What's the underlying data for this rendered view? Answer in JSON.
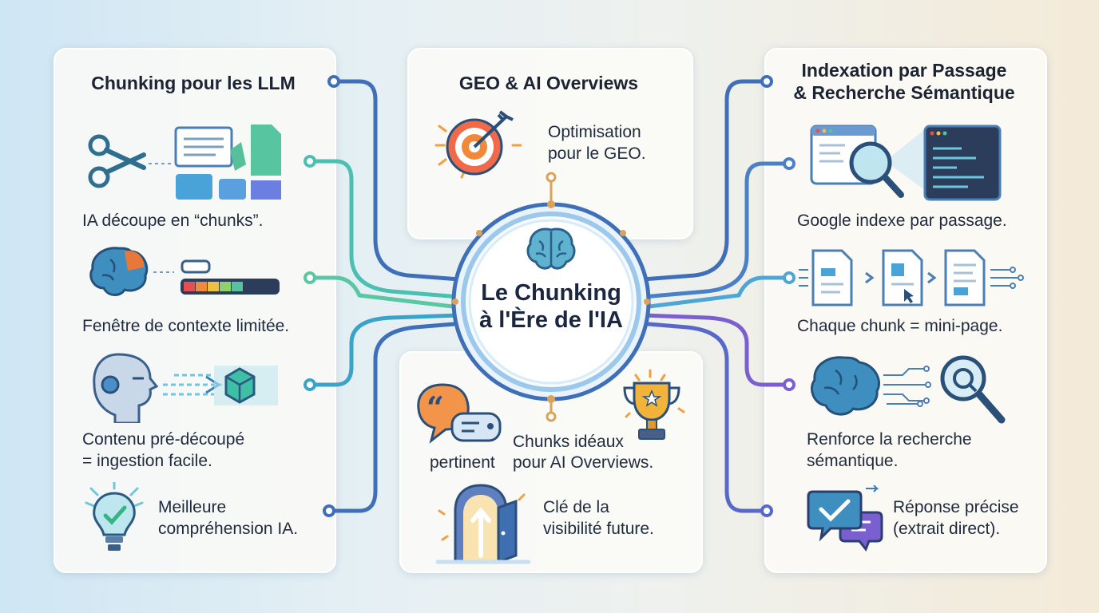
{
  "colors": {
    "accent_blue": "#3f6fb8",
    "accent_teal": "#4cc0b0",
    "accent_purple": "#7a5fd0",
    "text": "#1f2a3d"
  },
  "center": {
    "line1": "Le Chunking",
    "line2": "à l'Ère de l'IA",
    "icon": "brain-icon"
  },
  "left_panel": {
    "title": "Chunking pour les LLM",
    "items": [
      {
        "icon": "scissors-document-icon",
        "line1": "IA découpe en “chunks”.",
        "line2": ""
      },
      {
        "icon": "brain-context-bar-icon",
        "line1": "Fenêtre de contexte limitée.",
        "line2": ""
      },
      {
        "icon": "robot-cube-icon",
        "line1": "Contenu pré-découpé",
        "line2": "= ingestion facile."
      },
      {
        "icon": "lightbulb-check-icon",
        "line1": "Meilleure",
        "line2": "compréhension IA."
      }
    ]
  },
  "top_panel": {
    "title": "GEO & AI Overviews",
    "icon": "target-arrow-icon",
    "line1": "Optimisation",
    "line2": "pour le GEO."
  },
  "bottom_panel": {
    "items": [
      {
        "icon": "quote-bubble-icon",
        "label": "pertinent"
      },
      {
        "icon": "trophy-icon",
        "line1": "Chunks idéaux",
        "line2": "pour AI Overviews."
      },
      {
        "icon": "door-arrow-icon",
        "line1": "Clé de la",
        "line2": "visibilité future."
      }
    ]
  },
  "right_panel": {
    "title_line1": "Indexation par Passage",
    "title_line2": "& Recherche Sémantique",
    "items": [
      {
        "icon": "browser-magnifier-icon",
        "line1": "Google indexe par passage.",
        "line2": ""
      },
      {
        "icon": "documents-flow-icon",
        "line1": "Chaque chunk = mini-page.",
        "line2": ""
      },
      {
        "icon": "brain-search-icon",
        "line1": "Renforce la recherche",
        "line2": "sémantique."
      },
      {
        "icon": "chat-check-icon",
        "line1": "Réponse précise",
        "line2": "(extrait direct)."
      }
    ]
  }
}
